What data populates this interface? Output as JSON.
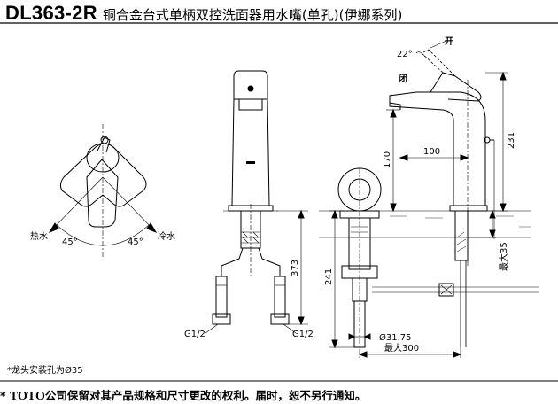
{
  "title": {
    "model": "DL363-2R",
    "name": "铜合金台式单柄双控洗面器用水嘴(单孔)(伊娜系列)"
  },
  "left_view": {
    "hot_label": "热水",
    "cold_label": "冷水",
    "angle_left": "45°",
    "angle_right": "45°"
  },
  "front_view": {
    "dim_height": "373",
    "pipe_left": "G1/2",
    "pipe_right": "G1/2"
  },
  "side_view": {
    "open_label": "开",
    "close_label": "闭",
    "angle": "22°",
    "dim_231": "231",
    "dim_170": "170",
    "dim_100": "100",
    "dim_241": "241",
    "dim_max35": "最大35",
    "dim_diameter": "Ø31.75",
    "dim_max300": "最大300"
  },
  "note": "*龙头安装孔为Ø35",
  "footer": {
    "star": "*",
    "brand": "TOTO",
    "text": "公司保留对其产品规格和尺寸更改的权利。届时，恕不另行通知。"
  }
}
